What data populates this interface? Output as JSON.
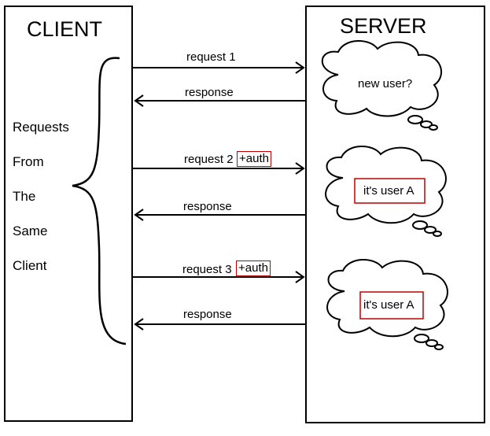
{
  "client": {
    "title": "CLIENT",
    "requests_label": [
      "Requests",
      "From",
      "The",
      "Same",
      "Client"
    ]
  },
  "server": {
    "title": "SERVER"
  },
  "exchanges": [
    {
      "request": "request 1",
      "auth": "",
      "response": "response",
      "server_thought": "new user?"
    },
    {
      "request": "request 2",
      "auth": "+auth",
      "response": "response",
      "server_thought": "it's user A"
    },
    {
      "request": "request 3",
      "auth": "+auth",
      "response": "response",
      "server_thought": "it's user A"
    }
  ],
  "colors": {
    "line": "#000000",
    "highlight": "#c00000",
    "background": "#ffffff"
  }
}
